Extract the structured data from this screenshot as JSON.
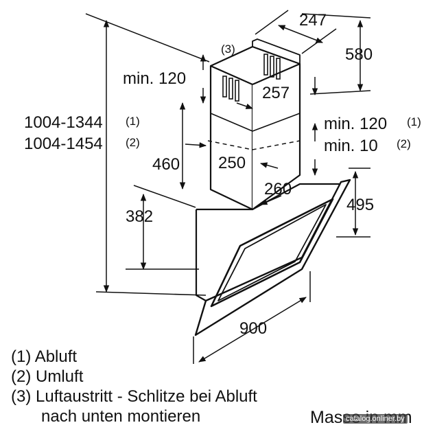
{
  "labels": {
    "slot_note": "(3)",
    "min_120_top": "min. 120",
    "dim_247": "247",
    "dim_580": "580",
    "dim_257": "257",
    "height_range_1": "1004-1344",
    "height_range_1_ref": "(1)",
    "height_range_2": "1004-1454",
    "height_range_2_ref": "(2)",
    "dim_460": "460",
    "dim_250": "250",
    "min_120_right": "min. 120",
    "min_120_right_ref": "(1)",
    "min_10_right": "min. 10",
    "min_10_right_ref": "(2)",
    "dim_260": "260",
    "dim_495": "495",
    "dim_382": "382",
    "dim_900": "900"
  },
  "legend": [
    {
      "key": "(1)",
      "text": "Abluft"
    },
    {
      "key": "(2)",
      "text": "Umluft"
    },
    {
      "key": "(3)",
      "text": "Luftaustritt - Schlitze bei Abluft",
      "continuation": "nach unten montieren"
    }
  ],
  "units_label": "Masse in mm",
  "watermark": "catalog.onliner.by"
}
